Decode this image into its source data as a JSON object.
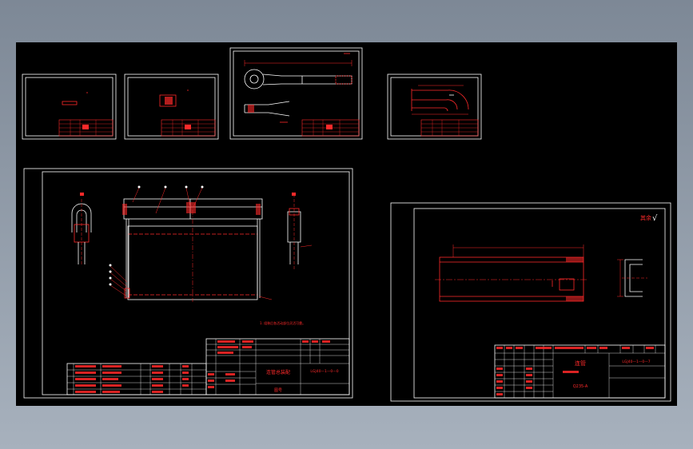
{
  "app": {
    "background": "#7d8896",
    "canvas_background": "#000000"
  },
  "colors": {
    "frame": "#ffffff",
    "geometry": "#ffffff",
    "annotation": "#ff2a2a",
    "fill": "#ff2a2a"
  },
  "sheets": {
    "assembly": {
      "note": "1. 组装后各活动部位灵活可靠。",
      "title": "连管总装配",
      "drawing_no": "LGJ40—1—0—0",
      "company": "图号"
    },
    "part": {
      "roughness_label": "其余",
      "roughness_symbol": "√",
      "title": "连管",
      "material": "Q235-A",
      "drawing_no": "LGJ40—1—0—7"
    }
  }
}
